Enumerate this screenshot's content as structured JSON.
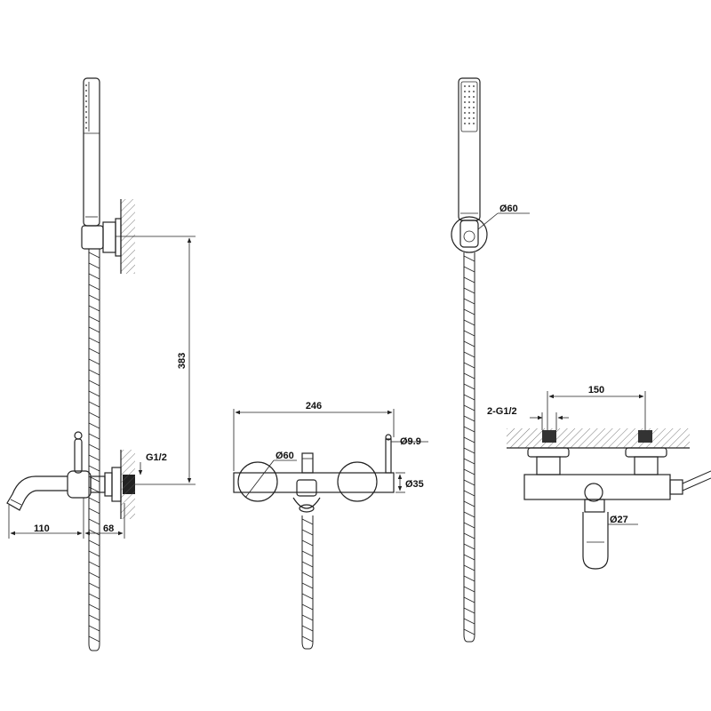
{
  "labels": {
    "height": "383",
    "inlet_left": "G1/2",
    "spout_length": "110",
    "depth": "68",
    "width": "246",
    "rosette_dia": "Ø60",
    "lever_dia": "Ø9.9",
    "body_dia": "Ø35",
    "holder_dia": "Ø60",
    "centers": "150",
    "inlets_right": "2-G1/2",
    "spout_dia": "Ø27"
  }
}
